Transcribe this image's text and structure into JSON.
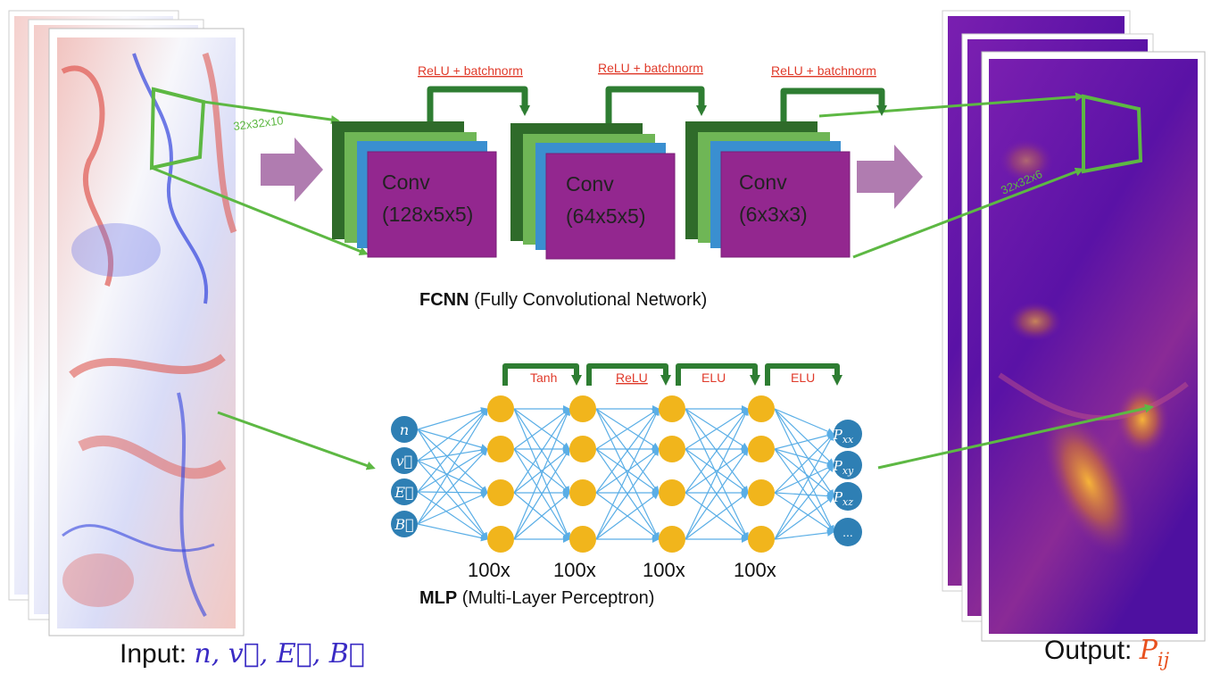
{
  "input_label": {
    "prefix": "Input: ",
    "math": "n, v⃗, E⃗, B⃗"
  },
  "output_label": {
    "prefix": "Output: ",
    "math": "P",
    "sub": "ij"
  },
  "patch_in_label": "32x32x10",
  "patch_out_label": "32x32x6",
  "fcnn": {
    "caption_bold": "FCNN",
    "caption_rest": " (Fully Convolutional Network)",
    "activations": [
      "ReLU + batchnorm",
      "ReLU + batchnorm",
      "ReLU + batchnorm"
    ],
    "blocks": [
      {
        "line1": "Conv",
        "line2": "(128x5x5)"
      },
      {
        "line1": "Conv",
        "line2": "(64x5x5)"
      },
      {
        "line1": "Conv",
        "line2": "(6x3x3)"
      }
    ]
  },
  "mlp": {
    "caption_bold": "MLP",
    "caption_rest": " (Multi-Layer Perceptron)",
    "activations": [
      "Tanh",
      "ReLU",
      "ELU",
      "ELU"
    ],
    "layer_counts": [
      "100x",
      "100x",
      "100x",
      "100x"
    ],
    "inputs": [
      "n",
      "v⃗",
      "E⃗",
      "B⃗"
    ],
    "outputs": [
      {
        "main": "P",
        "sub": "xx"
      },
      {
        "main": "P",
        "sub": "xy"
      },
      {
        "main": "P",
        "sub": "xz"
      },
      {
        "main": "...",
        "sub": ""
      }
    ]
  },
  "colors": {
    "arrow_green": "#2e7d32",
    "link_green": "#5db843",
    "conv_purple": "#93278f",
    "layer_dark_green": "#2f6b2a",
    "layer_light_green": "#6fb656",
    "layer_blue": "#3a8fd0",
    "neuron_yellow": "#f1b51c",
    "neuron_blue": "#2e7fb4",
    "big_arrow": "#b07cb0",
    "activation_red": "#e03a2a"
  }
}
